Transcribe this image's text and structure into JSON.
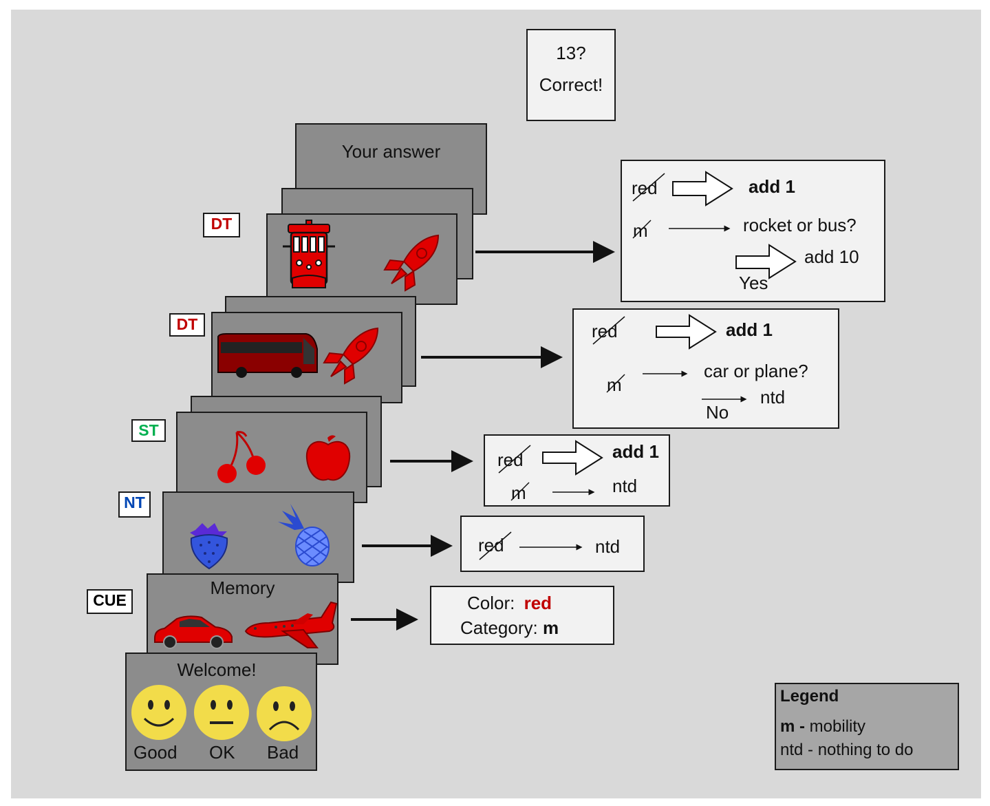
{
  "feedback": {
    "line1": "13?",
    "line2": "Correct!"
  },
  "answer_screen": {
    "text": "Your answer"
  },
  "tags": {
    "dt1": "DT",
    "dt2": "DT",
    "st": "ST",
    "nt": "NT",
    "cue": "CUE"
  },
  "tag_colors": {
    "dt": "#c00000",
    "st": "#00b050",
    "nt": "#0046b4",
    "cue": "#000000"
  },
  "cue_screen": {
    "title": "Memory"
  },
  "welcome_screen": {
    "title": "Welcome!",
    "labels": [
      "Good",
      "OK",
      "Bad"
    ]
  },
  "box_dt1": {
    "red": "red",
    "add1": "add 1",
    "m": "m",
    "question": "rocket or bus?",
    "add10": "add 10",
    "yes": "Yes"
  },
  "box_dt2": {
    "red": "red",
    "add1": "add 1",
    "m": "m",
    "question": "car or plane?",
    "ntd": "ntd",
    "no": "No"
  },
  "box_st": {
    "red": "red",
    "add1": "add 1",
    "m": "m",
    "ntd": "ntd"
  },
  "box_nt": {
    "red": "red",
    "ntd": "ntd"
  },
  "box_cue": {
    "color_label": "Color:",
    "color_value": "red",
    "category_label": "Category:",
    "category_value": "m"
  },
  "legend": {
    "title": "Legend",
    "m_key": "m - ",
    "m_desc": "mobility",
    "ntd_key": "ntd - ",
    "ntd_desc": "nothing to do"
  },
  "colors": {
    "background": "#d9d9d9",
    "screen": "#8c8c8c",
    "stimulus_red": "#e00000",
    "stimulus_blue": "#3355dd",
    "emoji": "#f2dc4a"
  }
}
